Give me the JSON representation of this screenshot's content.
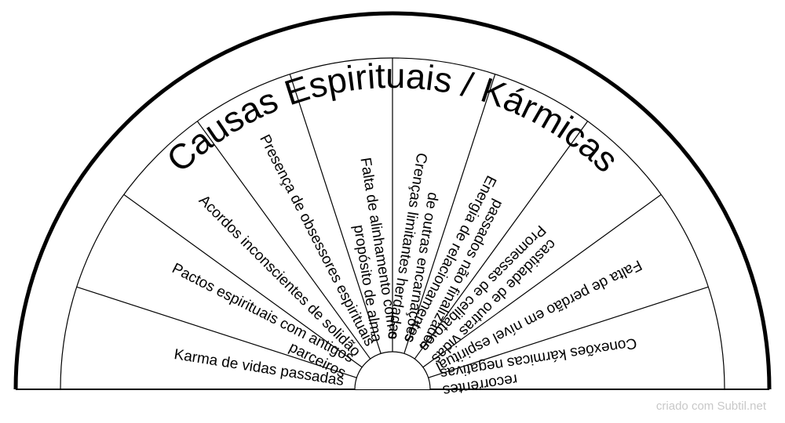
{
  "title": "Causas Espirituais / Kármicas",
  "segments": [
    [
      "Karma de vidas passadas"
    ],
    [
      "Pactos espirituais com antigos",
      "parceiros"
    ],
    [
      "Acordos inconscientes de solidão"
    ],
    [
      "Presença de obsessores espirituais"
    ],
    [
      "Falta de alinhamento com o",
      "propósito de alma"
    ],
    [
      "Crenças limitantes herdadas",
      "de outras encarnações"
    ],
    [
      "Energia de relacionamentos",
      "passados não finalizados"
    ],
    [
      "Promessas de celibato ou",
      "castidade de outras vidas"
    ],
    [
      "Falta de perdão em nível espiritual"
    ],
    [
      "Conexões kármicas negativas",
      "recorrentes"
    ]
  ],
  "credit": "criado com Subtil.net"
}
